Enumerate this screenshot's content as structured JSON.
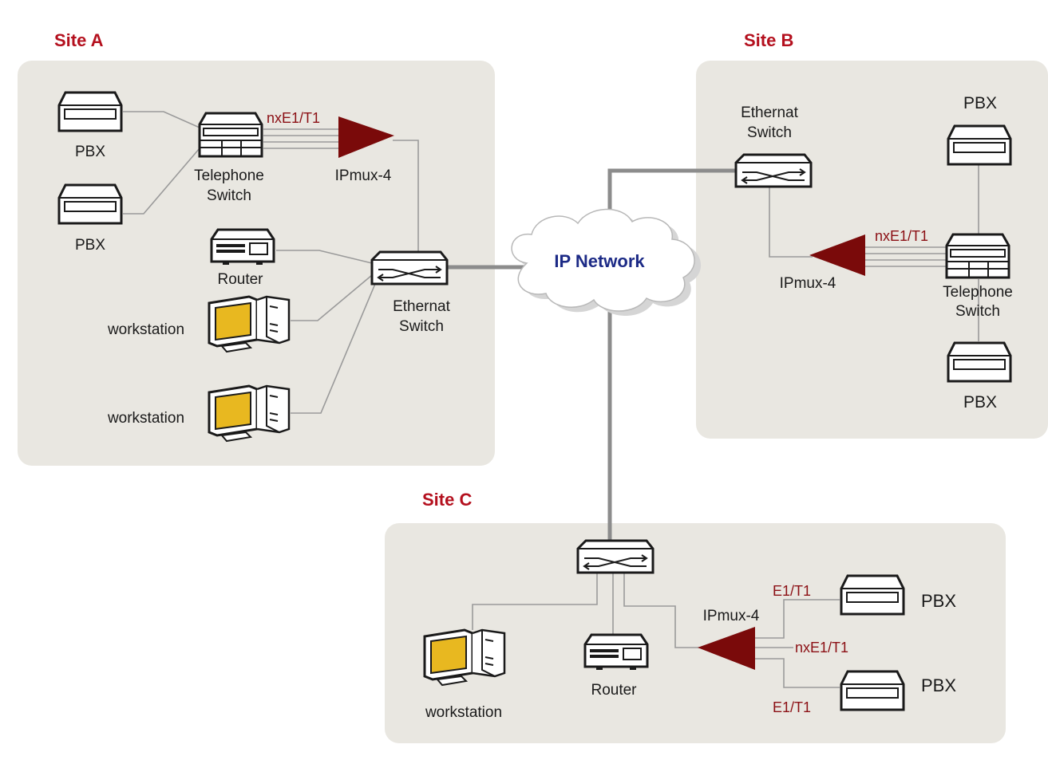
{
  "colors": {
    "site_title": "#b4101e",
    "link_label": "#8b0f14",
    "ipmux": "#7a0a0a",
    "cloud_label": "#1c2a86",
    "site_bg": "#e9e7e1",
    "screen": "#e8b820"
  },
  "sites": {
    "a": {
      "title": "Site A",
      "pbx_1": "PBX",
      "pbx_2": "PBX",
      "telephone_switch": [
        "Telephone",
        "Switch"
      ],
      "link": "nxE1/T1",
      "ipmux": "IPmux-4",
      "router": "Router",
      "workstation_1": "workstation",
      "workstation_2": "workstation",
      "ethernet_switch": [
        "Ethernat",
        "Switch"
      ]
    },
    "b": {
      "title": "Site B",
      "ethernet_switch": [
        "Ethernat",
        "Switch"
      ],
      "pbx_1": "PBX",
      "link": "nxE1/T1",
      "ipmux": "IPmux-4",
      "telephone_switch": [
        "Telephone",
        "Switch"
      ],
      "pbx_2": "PBX"
    },
    "c": {
      "title": "Site C",
      "ipmux": "IPmux-4",
      "link_1": "E1/T1",
      "link_2": "nxE1/T1",
      "link_3": "E1/T1",
      "pbx_1": "PBX",
      "pbx_2": "PBX",
      "router": "Router",
      "workstation": "workstation"
    }
  },
  "network": {
    "label": "IP Network"
  }
}
